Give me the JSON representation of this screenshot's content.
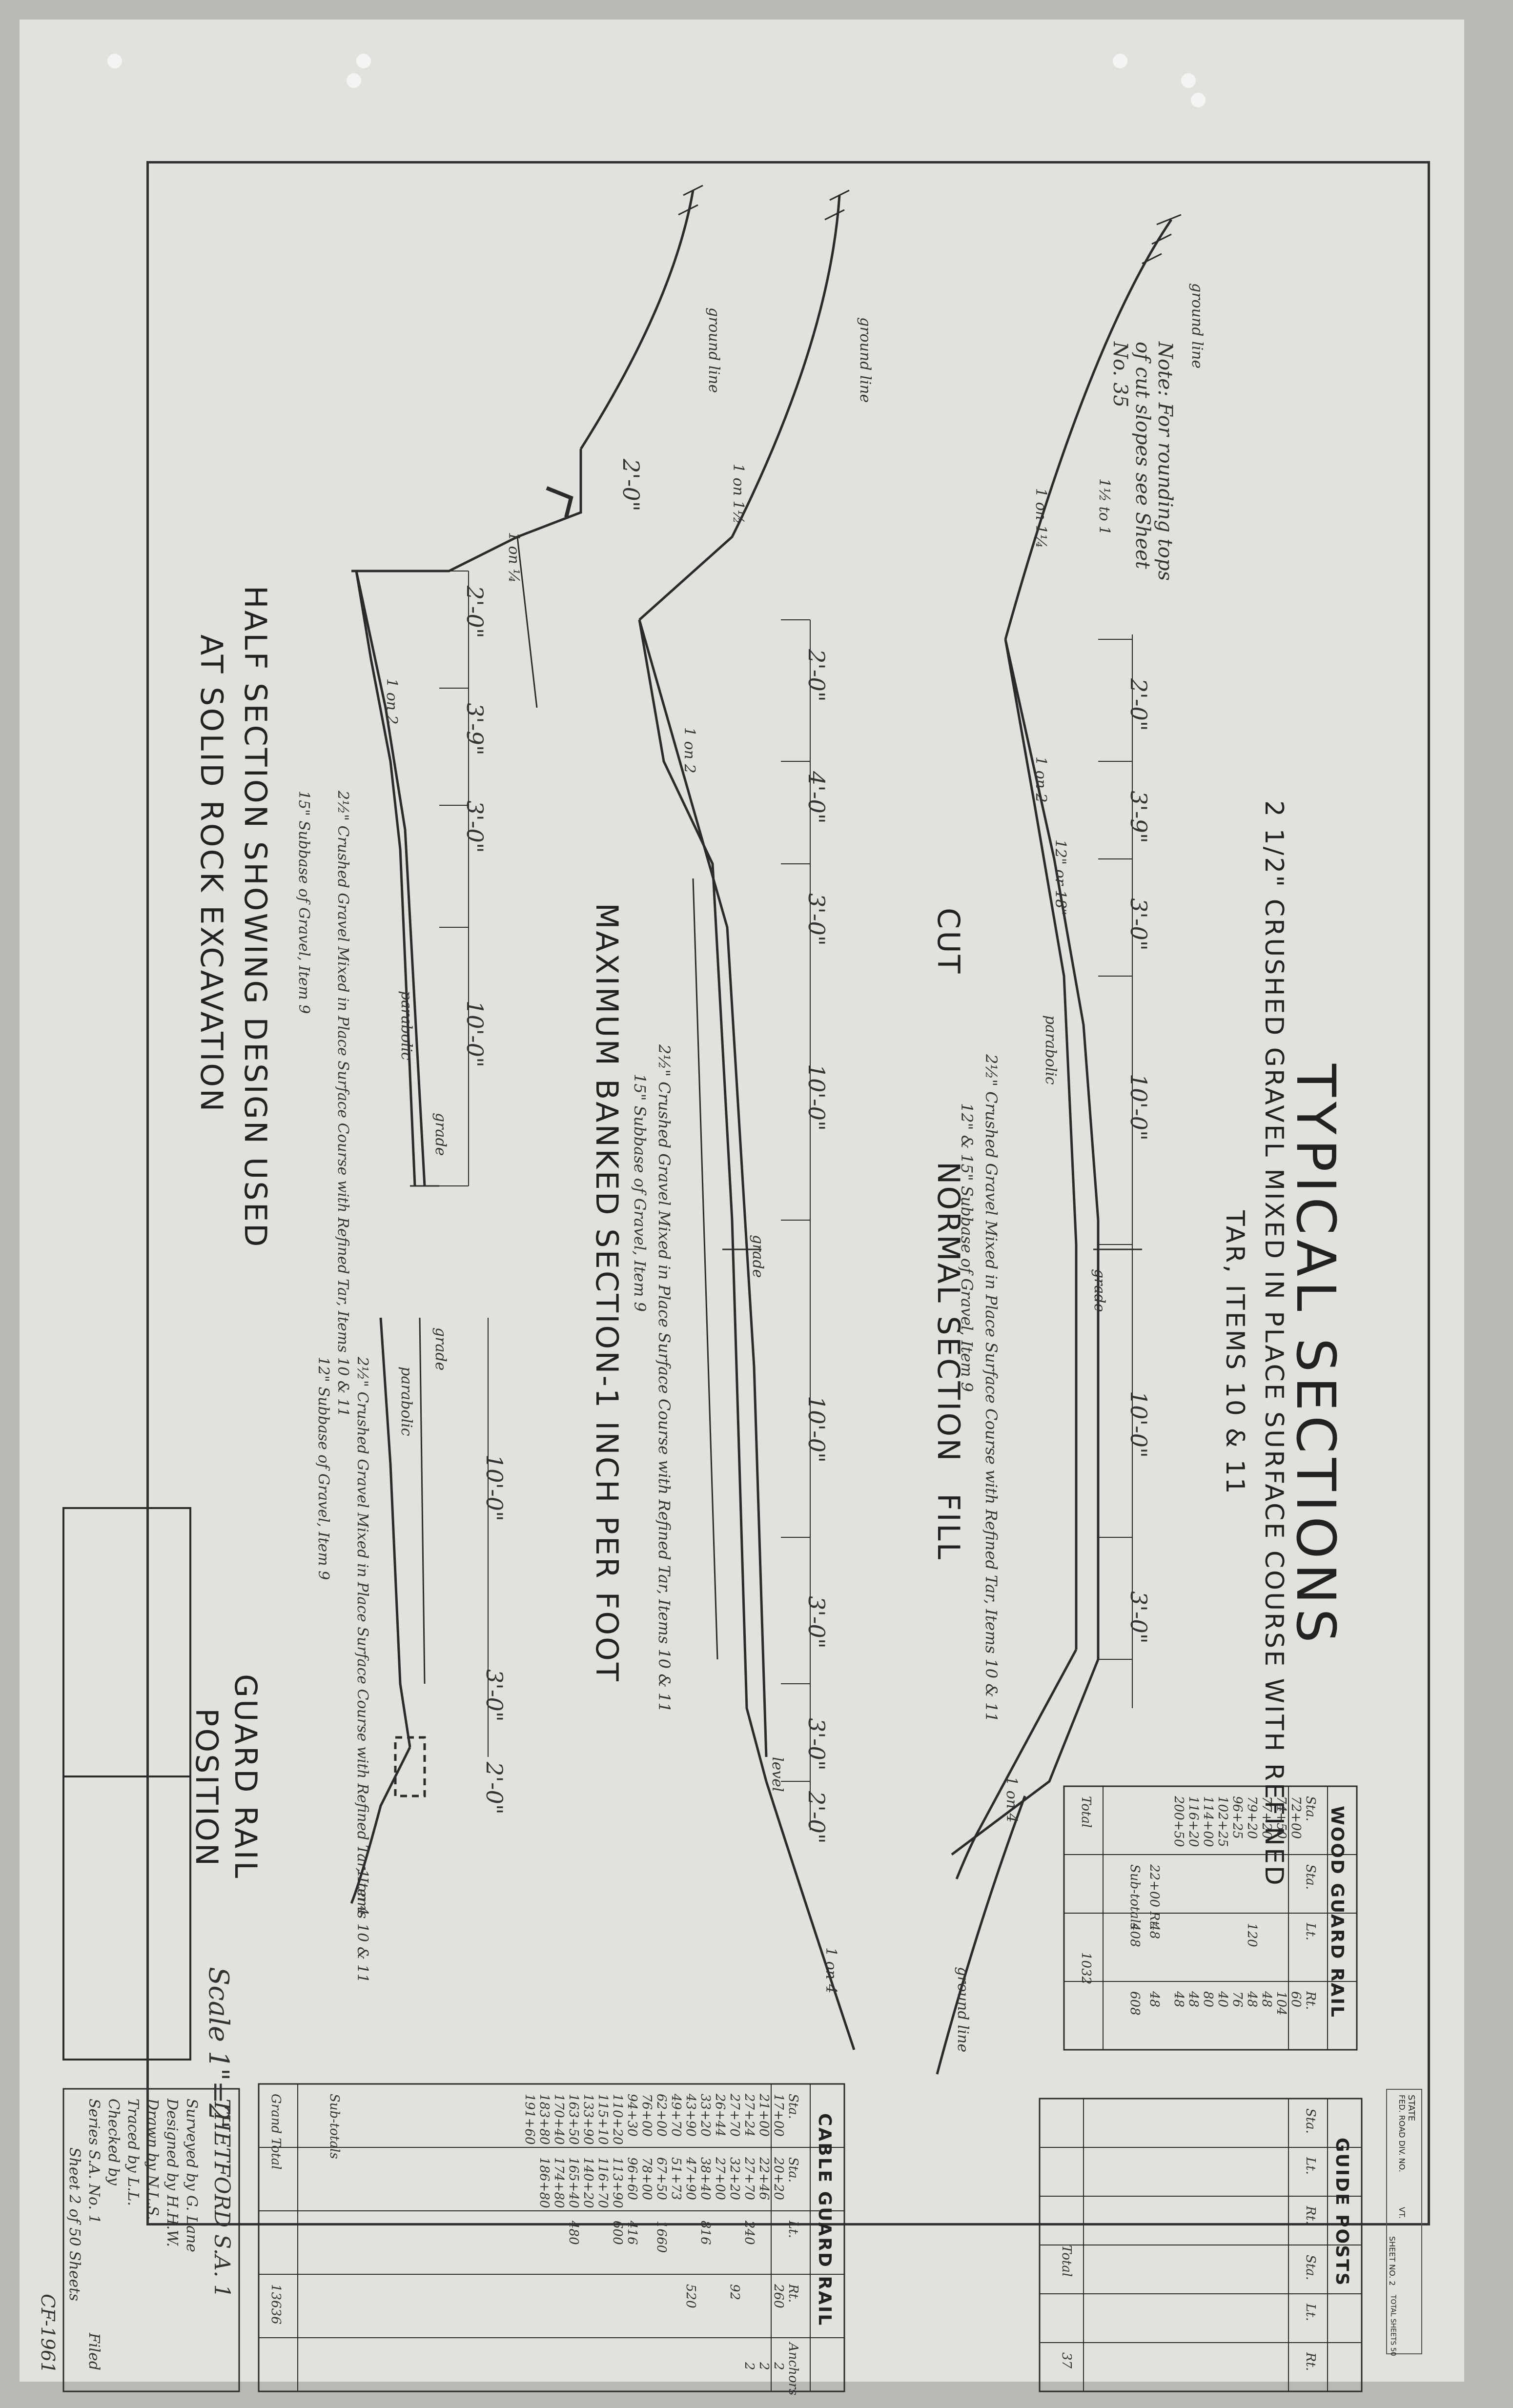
{
  "title": {
    "main": "TYPICAL SECTIONS",
    "line1": "2 1/2\" CRUSHED GRAVEL MIXED IN PLACE SURFACE COURSE WITH REFINED",
    "line2": "TAR, ITEMS 10 & 11"
  },
  "normal_section": {
    "title": "NORMAL SECTION",
    "cut": "CUT",
    "fill": "FILL",
    "note": "Note: For rounding tops of cut slopes see Sheet No. 35",
    "material1": "2½\" Crushed Gravel Mixed in Place Surface Course with Refined Tar, Items 10 & 11",
    "material2": "12\" & 15\" Subbase of Gravel, Item 9",
    "dims": [
      "2'-0\"",
      "3'-9\"",
      "3'-0\"",
      "10'-0\"",
      "10'-0\"",
      "3'-0\""
    ],
    "labels": [
      "ground line",
      "1½ to 1",
      "1 on 1¼",
      "1 on 2",
      "12\" or 18\"",
      "parabolic",
      "grade",
      "1 on 4",
      "ground line"
    ]
  },
  "banked_section": {
    "title": "MAXIMUM BANKED SECTION-1 INCH PER FOOT",
    "material1": "2½\" Crushed Gravel Mixed in Place Surface Course with Refined Tar, Items 10 & 11",
    "material2": "15\" Subbase of Gravel, Item 9",
    "dims": [
      "2'-0\"",
      "4'-0\"",
      "3'-0\"",
      "10'-0\"",
      "10'-0\"",
      "3'-0\"",
      "3'-0\"",
      "2'-0\""
    ],
    "labels": [
      "ground line",
      "1 on 1½",
      "1 on 2",
      "grade",
      "level",
      "1 on 4"
    ]
  },
  "half_section": {
    "title_line1": "HALF SECTION SHOWING DESIGN USED",
    "title_line2": "AT SOLID ROCK EXCAVATION",
    "material1": "2½\" Crushed Gravel Mixed in Place Surface Course with Refined Tar, Items 10 & 11",
    "material2": "15\" Subbase of Gravel, Item 9",
    "dims": [
      "2'-0\"",
      "2'-0\"",
      "3'-9\"",
      "3'-0\"",
      "10'-0\""
    ],
    "labels": [
      "ground line",
      "1 on ¼",
      "1 on 2",
      "parabolic",
      "grade"
    ]
  },
  "guard_rail_section": {
    "title_line1": "GUARD RAIL",
    "title_line2": "POSITION",
    "material1": "2½\" Crushed Gravel Mixed in Place Surface Course with Refined Tar, Items 10 & 11",
    "material2": "12\" Subbase of Gravel, Item 9",
    "dims": [
      "10'-0\"",
      "3'-0\"",
      "2'-0\""
    ],
    "labels": [
      "grade",
      "parabolic",
      "1 on 4"
    ]
  },
  "scale_note": "Scale 1\"=2'",
  "wood_guard_rail": {
    "title": "WOOD GUARD RAIL",
    "headers": [
      "Sta.",
      "Sta.",
      "Lt.",
      "Rt."
    ],
    "rows": [
      [
        "72+00",
        "",
        "",
        "60"
      ],
      [
        "74+50",
        "",
        "",
        "104"
      ],
      [
        "77+20",
        "",
        "",
        "48"
      ],
      [
        "79+20",
        "",
        "120",
        "48"
      ],
      [
        "96+25",
        "",
        "",
        "76"
      ],
      [
        "102+25",
        "",
        "",
        "40"
      ],
      [
        "114+00",
        "",
        "",
        "80"
      ],
      [
        "116+20",
        "",
        "",
        "48"
      ],
      [
        "200+50",
        "",
        "",
        "48"
      ]
    ],
    "subtotals": [
      "22+00 Rt.",
      "48",
      "48"
    ],
    "totals": [
      "Sub-totals",
      "408",
      "608"
    ],
    "grand_total": "Total",
    "grand_value": "1032"
  },
  "guide_posts": {
    "title": "GUIDE POSTS",
    "headers": [
      "Sta.",
      "Lt.",
      "Rt.",
      "Sta.",
      "Lt.",
      "Rt."
    ],
    "total_label": "Total",
    "total_value": "37"
  },
  "cable_guard_rail": {
    "title": "CABLE GUARD RAIL",
    "headers": [
      "Sta.",
      "Sta.",
      "Lt.",
      "Rt.",
      "Anchors"
    ],
    "rows": [
      [
        "17+00",
        "20+20",
        "",
        "260",
        "2"
      ],
      [
        "21+00",
        "22+46",
        "",
        "",
        "2"
      ],
      [
        "27+24",
        "27+70",
        "240",
        "",
        "2"
      ],
      [
        "27+70",
        "32+20",
        "",
        "92",
        ""
      ],
      [
        "26+44",
        "27+00",
        "",
        "",
        ""
      ],
      [
        "33+20",
        "38+40",
        "816",
        "",
        ""
      ],
      [
        "43+90",
        "47+90",
        "",
        "520",
        ""
      ],
      [
        "49+70",
        "51+73",
        "",
        "",
        ""
      ],
      [
        "62+00",
        "67+50",
        "1660",
        "",
        ""
      ],
      [
        "76+00",
        "78+00",
        "",
        "",
        ""
      ],
      [
        "94+30",
        "96+60",
        "416",
        "",
        ""
      ],
      [
        "110+20",
        "113+90",
        "600",
        "",
        ""
      ],
      [
        "115+10",
        "116+70",
        "",
        "",
        ""
      ],
      [
        "133+90",
        "140+20",
        "",
        "",
        ""
      ],
      [
        "163+50",
        "165+40",
        "480",
        "",
        ""
      ],
      [
        "170+40",
        "174+80",
        "",
        "",
        ""
      ],
      [
        "183+80",
        "186+80",
        "",
        "",
        ""
      ],
      [
        "191+60",
        "",
        "",
        "",
        ""
      ]
    ],
    "sub_totals_label": "Sub-totals",
    "grand_total_label": "Grand Total",
    "grand_total_value": "13636"
  },
  "title_block": {
    "project": "THETFORD S.A. 1",
    "surveyed_by": "Surveyed by G. Lane",
    "designed_by": "Designed by H.H.W.",
    "drawn_by": "Drawn by N.L.S.",
    "traced_by": "Traced by L.L.",
    "checked_by": "Checked by",
    "series": "Series S.A. No. 1",
    "sheet": "Sheet 2 of 50 Sheets",
    "filed": "Filed",
    "index": "CF-1961"
  },
  "stamp": {
    "line1": "STATE",
    "line2": "FED. ROAD DIV. NO.",
    "line3": "VT.",
    "line4": "SHEET NO. 2",
    "line5": "TOTAL SHEETS 50"
  }
}
